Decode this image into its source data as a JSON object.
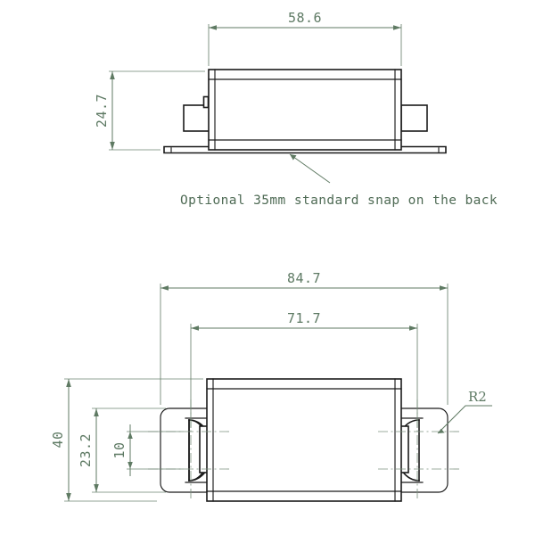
{
  "drawing": {
    "title": "Enclosure mechanical outline drawing",
    "units": "mm",
    "line_color": "#1a1a1a",
    "dimension_color": "#5f7a63",
    "background_color": "#ffffff"
  },
  "views": {
    "front": {
      "name": "front-elevation-view",
      "dimensions": {
        "width_label": "58.6",
        "height_label": "24.7"
      },
      "note": "Optional 35mm standard snap on the back"
    },
    "bottom": {
      "name": "bottom-plan-view",
      "dimensions": {
        "overall_width_label": "84.7",
        "inner_width_label": "71.7",
        "overall_height_label": "40",
        "ear_height_label": "23.2",
        "slot_height_label": "10",
        "corner_radius_label": "R2"
      }
    }
  },
  "callouts": [
    {
      "id": "snap-callout",
      "text": "Optional 35mm standard snap on the back"
    },
    {
      "id": "radius-callout",
      "text": "R2"
    }
  ],
  "dimension_list": [
    {
      "id": "dim-58-6",
      "value": "58.6",
      "orientation": "horizontal",
      "view": "front"
    },
    {
      "id": "dim-24-7",
      "value": "24.7",
      "orientation": "vertical",
      "view": "front"
    },
    {
      "id": "dim-84-7",
      "value": "84.7",
      "orientation": "horizontal",
      "view": "bottom"
    },
    {
      "id": "dim-71-7",
      "value": "71.7",
      "orientation": "horizontal",
      "view": "bottom"
    },
    {
      "id": "dim-40",
      "value": "40",
      "orientation": "vertical",
      "view": "bottom"
    },
    {
      "id": "dim-23-2",
      "value": "23.2",
      "orientation": "vertical",
      "view": "bottom"
    },
    {
      "id": "dim-10",
      "value": "10",
      "orientation": "vertical",
      "view": "bottom"
    },
    {
      "id": "dim-r2",
      "value": "R2",
      "orientation": "radial",
      "view": "bottom"
    }
  ]
}
